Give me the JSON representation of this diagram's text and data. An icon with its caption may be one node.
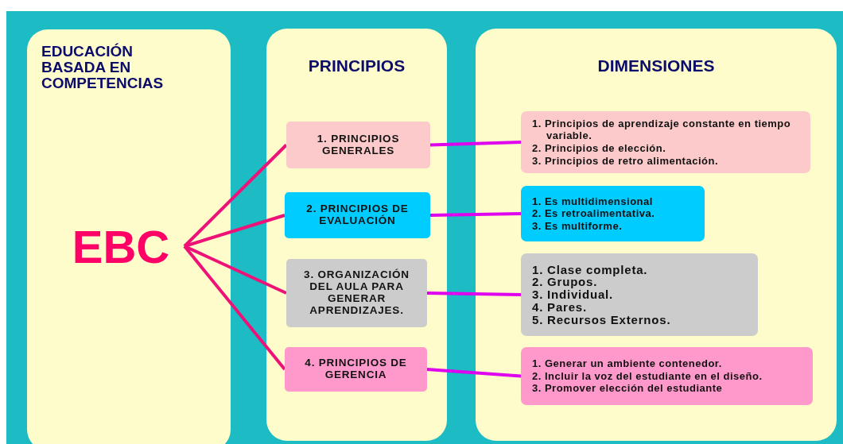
{
  "diagram": {
    "nodes": [
      {
        "text": [
          "EDUCACIÓN BASADA EN COMPETENCIAS"
        ]
      },
      {
        "text": [
          "EBC"
        ],
        "in": 0
      },
      {
        "text": [
          "PRINCIPIOS"
        ]
      },
      {
        "text": [
          "1. PRINCIPIOS GENERALES"
        ],
        "in": 2
      },
      {
        "text": [
          "2. PRINCIPIOS DE EVALUACIÓN"
        ],
        "in": 2
      },
      {
        "text": [
          "3. ORGANIZACIÓN DEL AULA PARA GENERAR APRENDIZAJES."
        ],
        "in": 2
      },
      {
        "text": [
          "4. PRINCIPIOS DE GERENCIA"
        ],
        "in": 2
      },
      {
        "text": [
          "DIMENSIONES"
        ]
      },
      {
        "text": [
          "1. Principios de aprendizaje constante en tiempo variable.",
          "2. Principios de elección.",
          "3. Principios de retro alimentación."
        ],
        "in": 7
      },
      {
        "text": [
          "1. Es multidimensional",
          "2. Es retroalimentativa.",
          "3. Es multiforme."
        ],
        "in": 7
      },
      {
        "text": [
          "1. Clase completa.",
          "2. Grupos.",
          "3. Individual.",
          "4. Pares.",
          "5. Recursos Externos."
        ],
        "in": 7
      },
      {
        "text": [
          "1. Generar un ambiente contenedor.",
          "2. Incluir la voz del estudiante en el diseño.",
          "3. Promover elección del estudiante"
        ],
        "in": 7
      }
    ],
    "edges": [
      {
        "from": 1,
        "to": 3,
        "arrow": "none",
        "color": "#ee1177"
      },
      {
        "from": 1,
        "to": 4,
        "arrow": "none",
        "color": "#ee1177"
      },
      {
        "from": 1,
        "to": 5,
        "arrow": "none",
        "color": "#ee1177"
      },
      {
        "from": 1,
        "to": 6,
        "arrow": "none",
        "color": "#ee1177"
      },
      {
        "from": 3,
        "to": 8,
        "arrow": "none",
        "color": "#e000f0"
      },
      {
        "from": 4,
        "to": 9,
        "arrow": "none",
        "color": "#e000f0"
      },
      {
        "from": 5,
        "to": 10,
        "arrow": "none",
        "color": "#e000f0"
      },
      {
        "from": 6,
        "to": 11,
        "arrow": "none",
        "color": "#e000f0"
      }
    ]
  }
}
